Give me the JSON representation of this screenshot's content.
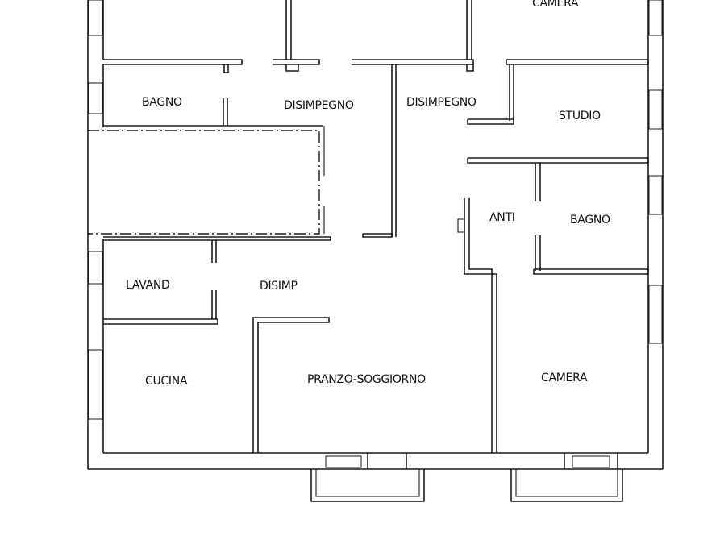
{
  "rooms": {
    "camera_top": "CAMERA",
    "bagno_left": "BAGNO",
    "disimpegno_left": "DISIMPEGNO",
    "disimpegno_right": "DISIMPEGNO",
    "studio": "STUDIO",
    "anti": "ANTI",
    "bagno_right": "BAGNO",
    "lavand": "LAVAND",
    "disimp": "DISIMP",
    "cucina": "CUCINA",
    "pranzo_soggiorno": "PRANZO-SOGGIORNO",
    "camera_bottom": "CAMERA"
  }
}
